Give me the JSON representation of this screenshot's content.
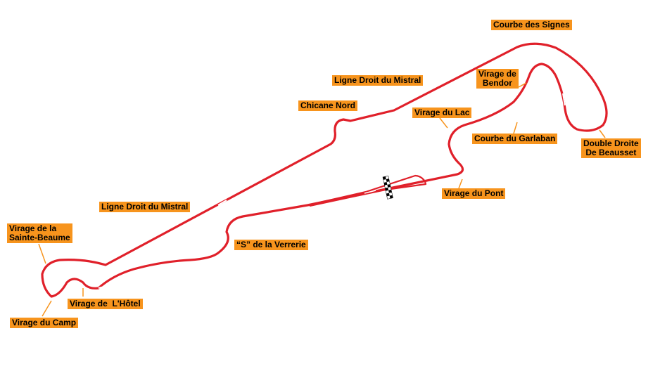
{
  "labels": {
    "courbe_des_signes": "Courbe des Signes",
    "virage_de_bendor": [
      "Virage de",
      "Bendor"
    ],
    "ligne_droit_top": "Ligne Droit du Mistral",
    "chicane_nord": "Chicane Nord",
    "virage_du_lac": "Virage du Lac",
    "courbe_du_garlaban": "Courbe du Garlaban",
    "double_droite": [
      "Double Droite",
      "De Beausset"
    ],
    "virage_du_pont": "Virage du Pont",
    "ligne_droit_left": "Ligne Droit du Mistral",
    "virage_sainte_beaume": [
      "Virage de la",
      "Sainte-Beaume"
    ],
    "s_de_la_verrerie": "“S” de la Verrerie",
    "virage_de_lhotel": "Virage de  L'Hôtel",
    "virage_du_camp": "Virage du Camp"
  },
  "colors": {
    "track": "#e0202a",
    "label_bg": "#f7941d",
    "label_text": "#000000"
  }
}
